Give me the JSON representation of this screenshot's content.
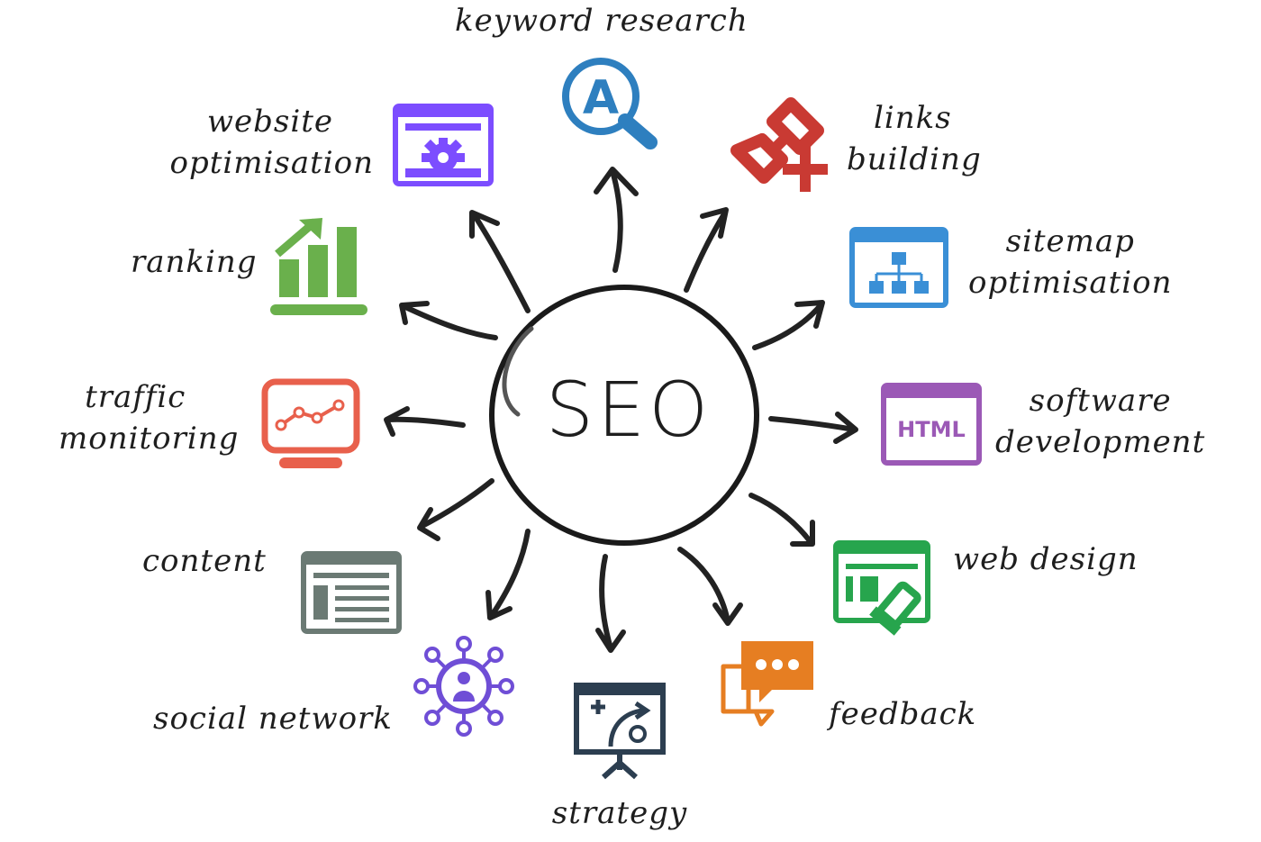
{
  "hub": {
    "label": "SEO"
  },
  "nodes": {
    "keyword_research": {
      "label": "keyword research",
      "color": "#2e7fbf",
      "icon": "magnifier-letter-a-icon"
    },
    "links_building": {
      "lines": [
        "links",
        "building"
      ],
      "color": "#c93a33",
      "icon": "chain-link-plus-icon"
    },
    "sitemap_optimisation": {
      "lines": [
        "sitemap",
        "optimisation"
      ],
      "color": "#3a8fd6",
      "icon": "sitemap-browser-icon"
    },
    "software_development": {
      "lines": [
        "software",
        "development"
      ],
      "color": "#9b59b6",
      "icon": "html-browser-icon",
      "badge": "HTML"
    },
    "web_design": {
      "label": "web design",
      "color": "#27a54d",
      "icon": "web-design-browser-icon"
    },
    "feedback": {
      "label": "feedback",
      "color": "#e67e22",
      "icon": "chat-bubbles-icon"
    },
    "strategy": {
      "label": "strategy",
      "color": "#2c3e50",
      "icon": "strategy-board-icon"
    },
    "social_network": {
      "label": "social network",
      "color": "#6f4ed6",
      "icon": "social-network-icon"
    },
    "content": {
      "label": "content",
      "color": "#6b7a74",
      "icon": "content-page-icon"
    },
    "traffic_monitoring": {
      "lines": [
        "traffic",
        "monitoring"
      ],
      "color": "#e8604c",
      "icon": "monitor-chart-icon"
    },
    "ranking": {
      "label": "ranking",
      "color": "#6ab04c",
      "icon": "bar-chart-up-icon"
    },
    "website_optimisation": {
      "lines": [
        "website",
        "optimisation"
      ],
      "color": "#7c4dff",
      "icon": "browser-gear-icon"
    }
  }
}
